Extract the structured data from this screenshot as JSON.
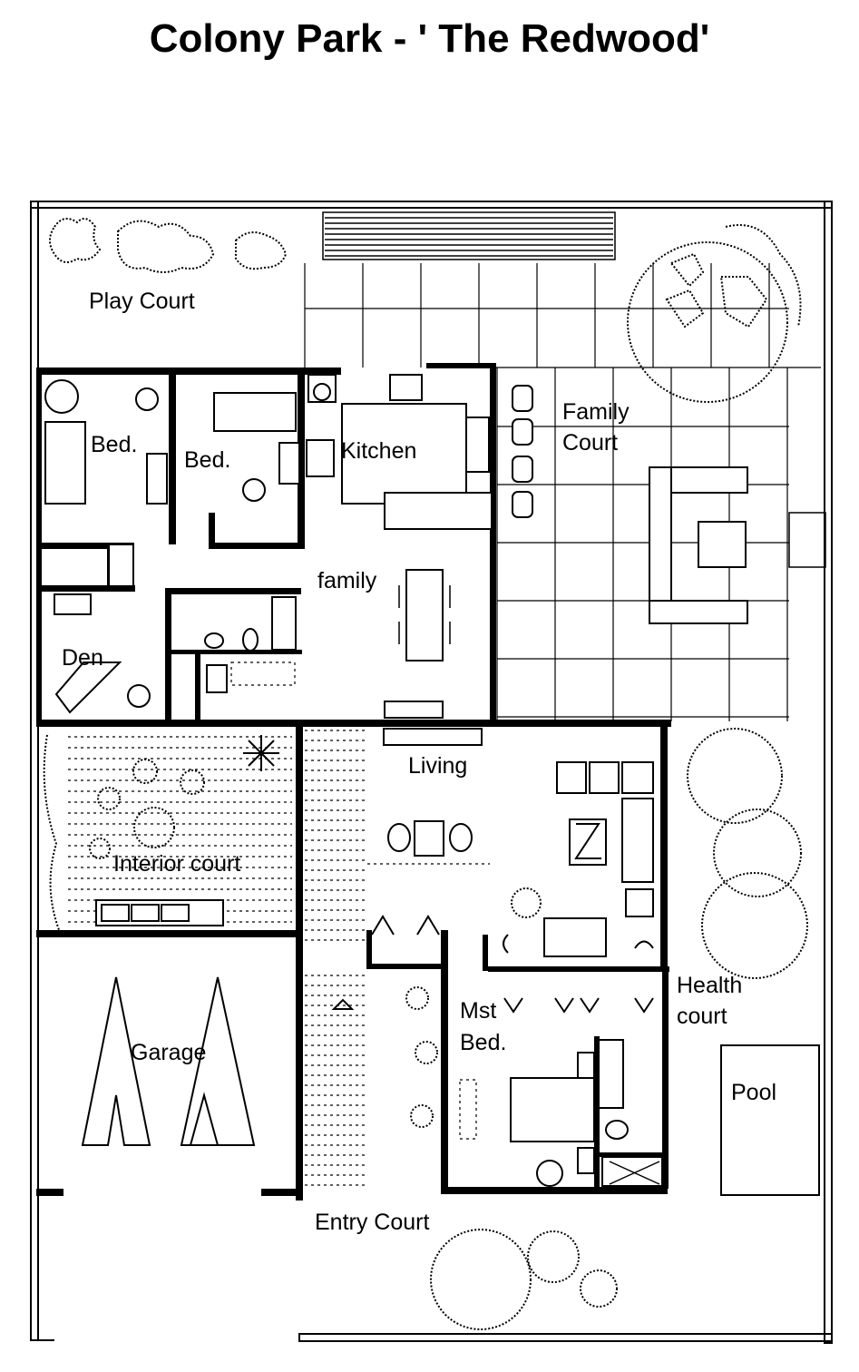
{
  "title": "Colony Park - ' The Redwood'",
  "rooms": {
    "play_court": "Play Court",
    "bed_1": "Bed.",
    "bed_2": "Bed.",
    "kitchen": "Kitchen",
    "family_court_1": "Family",
    "family_court_2": "Court",
    "family": "family",
    "den": "Den",
    "living": "Living",
    "interior_court": "Interior court",
    "garage": "Garage",
    "master_bed_1": "Mst",
    "master_bed_2": "Bed.",
    "health_court_1": "Health",
    "health_court_2": "court",
    "pool": "Pool",
    "entry_court": "Entry Court"
  }
}
